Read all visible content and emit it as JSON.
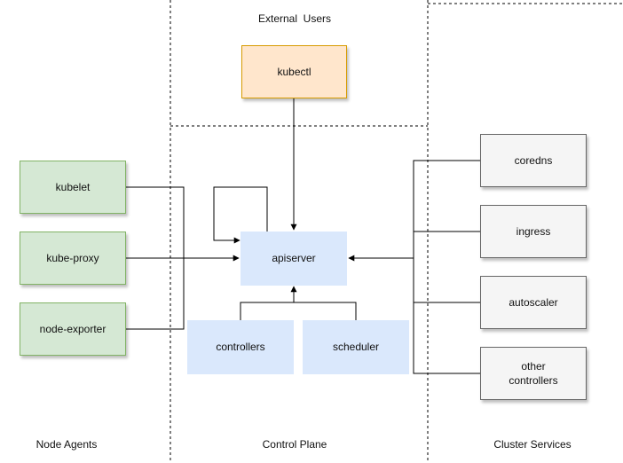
{
  "regions": {
    "external_users": "External  Users",
    "node_agents": "Node Agents",
    "control_plane": "Control Plane",
    "cluster_services": "Cluster Services"
  },
  "nodes": {
    "kubectl": "kubectl",
    "kubelet": "kubelet",
    "kube_proxy": "kube-proxy",
    "node_exporter": "node-exporter",
    "apiserver": "apiserver",
    "controllers": "controllers",
    "scheduler": "scheduler",
    "coredns": "coredns",
    "ingress": "ingress",
    "autoscaler": "autoscaler",
    "other_controllers": "other\ncontrollers"
  },
  "colors": {
    "agent_fill": "#d5e8d4",
    "agent_stroke": "#82b366",
    "service_fill": "#f5f5f5",
    "service_stroke": "#666666",
    "user_fill": "#ffe6cc",
    "user_stroke": "#d79b00",
    "control_plane_fill": "#dae8fc"
  }
}
